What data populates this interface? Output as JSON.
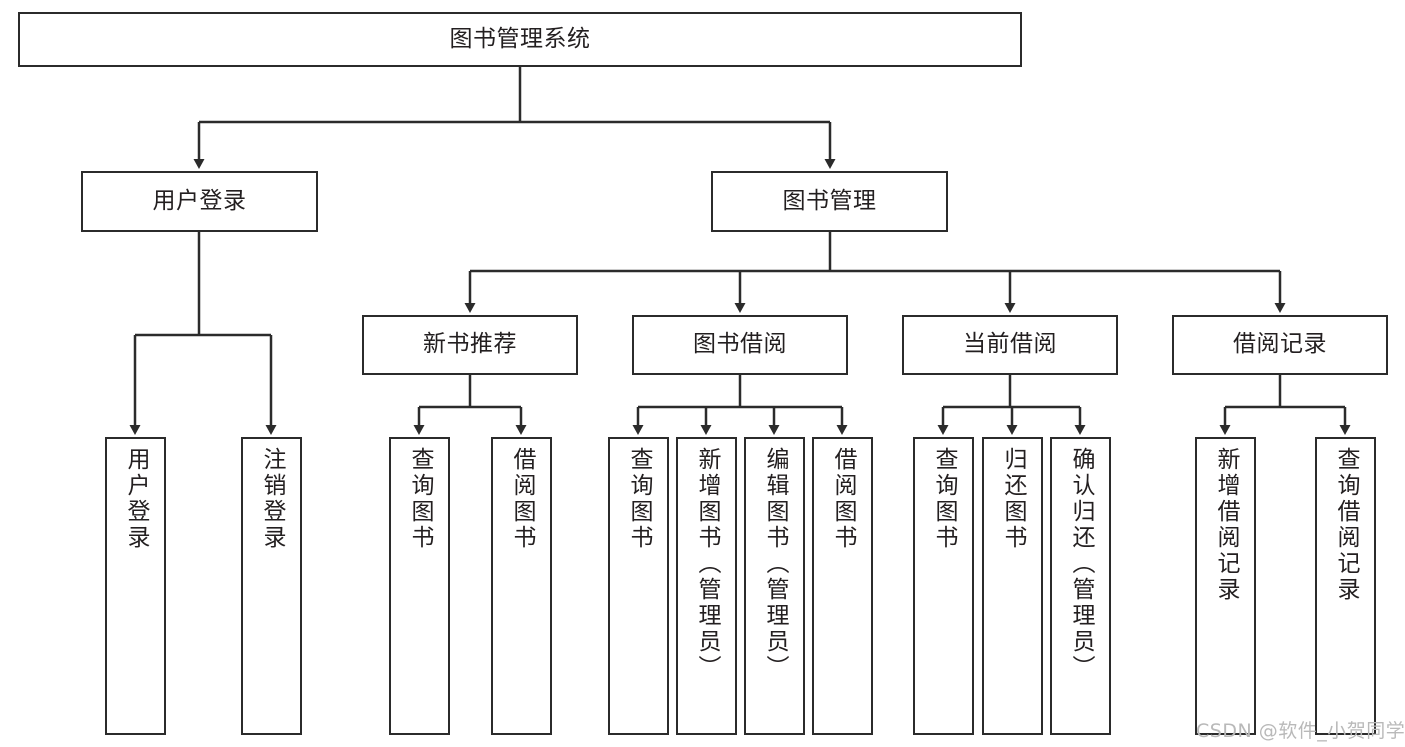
{
  "diagram": {
    "title": "图书管理系统",
    "watermark": "CSDN @软件_小贺同学",
    "colors": {
      "stroke": "#2b2b2b",
      "fill": "#ffffff",
      "text": "#231f20",
      "watermark": "#b9b9b9"
    },
    "nodes": {
      "root": {
        "label": "图书管理系统"
      },
      "level2": [
        {
          "label": "用户登录"
        },
        {
          "label": "图书管理"
        }
      ],
      "level3": [
        {
          "label": "新书推荐"
        },
        {
          "label": "图书借阅"
        },
        {
          "label": "当前借阅"
        },
        {
          "label": "借阅记录"
        }
      ],
      "leaves": {
        "user_login": [
          {
            "label": "用户登录"
          },
          {
            "label": "注销登录"
          }
        ],
        "new_book_recommend": [
          {
            "label": "查询图书"
          },
          {
            "label": "借阅图书"
          }
        ],
        "book_borrow": [
          {
            "label": "查询图书"
          },
          {
            "label": "新增图书（管理员）"
          },
          {
            "label": "编辑图书（管理员）"
          },
          {
            "label": "借阅图书"
          }
        ],
        "current_borrow": [
          {
            "label": "查询图书"
          },
          {
            "label": "归还图书"
          },
          {
            "label": "确认归还（管理员）"
          }
        ],
        "borrow_record": [
          {
            "label": "新增借阅记录"
          },
          {
            "label": "查询借阅记录"
          }
        ]
      }
    }
  }
}
